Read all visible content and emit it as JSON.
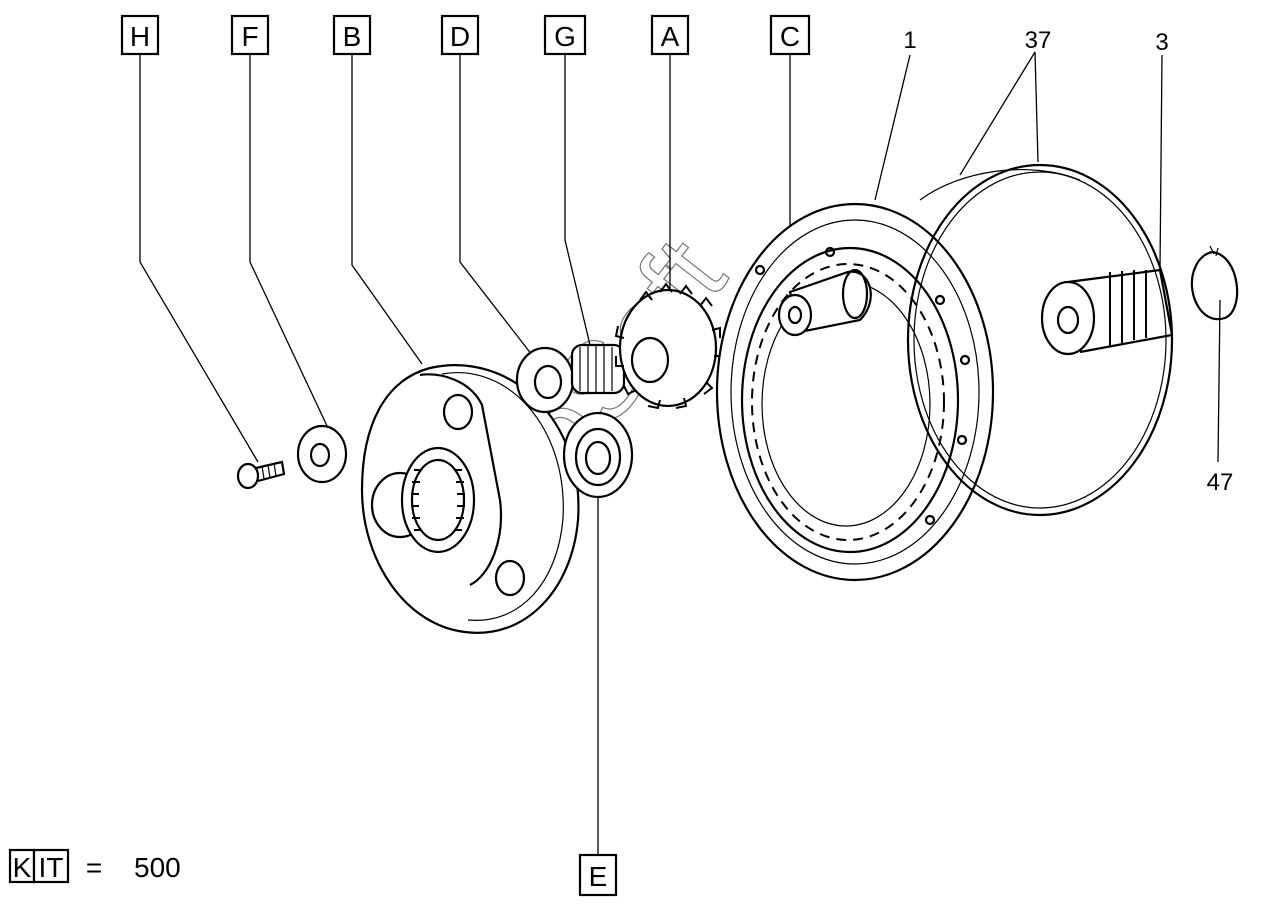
{
  "letter_labels": {
    "H": "H",
    "F": "F",
    "B": "B",
    "D": "D",
    "G": "G",
    "A": "A",
    "C": "C",
    "E": "E"
  },
  "number_labels": {
    "n1": "1",
    "n37": "37",
    "n3": "3",
    "n47": "47"
  },
  "kit": {
    "letters_k": "K",
    "letters_it": "IT",
    "equals": "=",
    "value": "500"
  },
  "watermark": "AutoSoft"
}
